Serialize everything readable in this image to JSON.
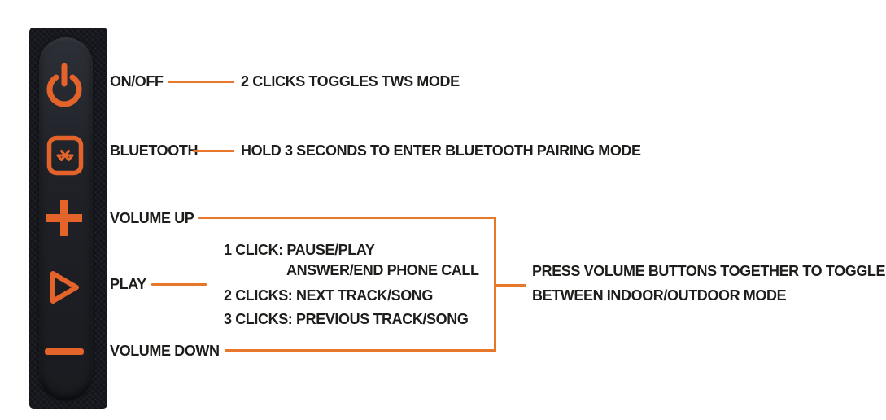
{
  "title": "Speaker button functions diagram",
  "colors": {
    "accent": "#E8772C",
    "icon_orange": "#E4632A",
    "text": "#1D1D1B",
    "panel_fabric": "#14151A",
    "panel_pill": "#1F2127"
  },
  "speaker": {
    "buttons": [
      {
        "name": "power",
        "icon": "power-icon"
      },
      {
        "name": "bluetooth-tws",
        "icon": "bluetooth-tws-icon"
      },
      {
        "name": "volume-up",
        "icon": "plus-icon"
      },
      {
        "name": "play",
        "icon": "play-icon"
      },
      {
        "name": "volume-down",
        "icon": "minus-icon"
      }
    ]
  },
  "callouts": {
    "on_off": {
      "label": "ON/OFF",
      "description": "2 CLICKS TOGGLES TWS MODE"
    },
    "bluetooth": {
      "label": "BLUETOOTH",
      "description": "HOLD 3 SECONDS TO ENTER BLUETOOTH PAIRING MODE"
    },
    "volume_up": {
      "label": "VOLUME UP"
    },
    "play": {
      "label": "PLAY",
      "actions": [
        "1 CLICK: PAUSE/PLAY",
        "ANSWER/END PHONE CALL",
        "2 CLICKS: NEXT TRACK/SONG",
        "3 CLICKS: PREVIOUS TRACK/SONG"
      ]
    },
    "volume_down": {
      "label": "VOLUME DOWN"
    },
    "volume_combo": {
      "line1": "PRESS VOLUME BUTTONS TOGETHER TO TOGGLE",
      "line2": "BETWEEN INDOOR/OUTDOOR MODE"
    }
  }
}
